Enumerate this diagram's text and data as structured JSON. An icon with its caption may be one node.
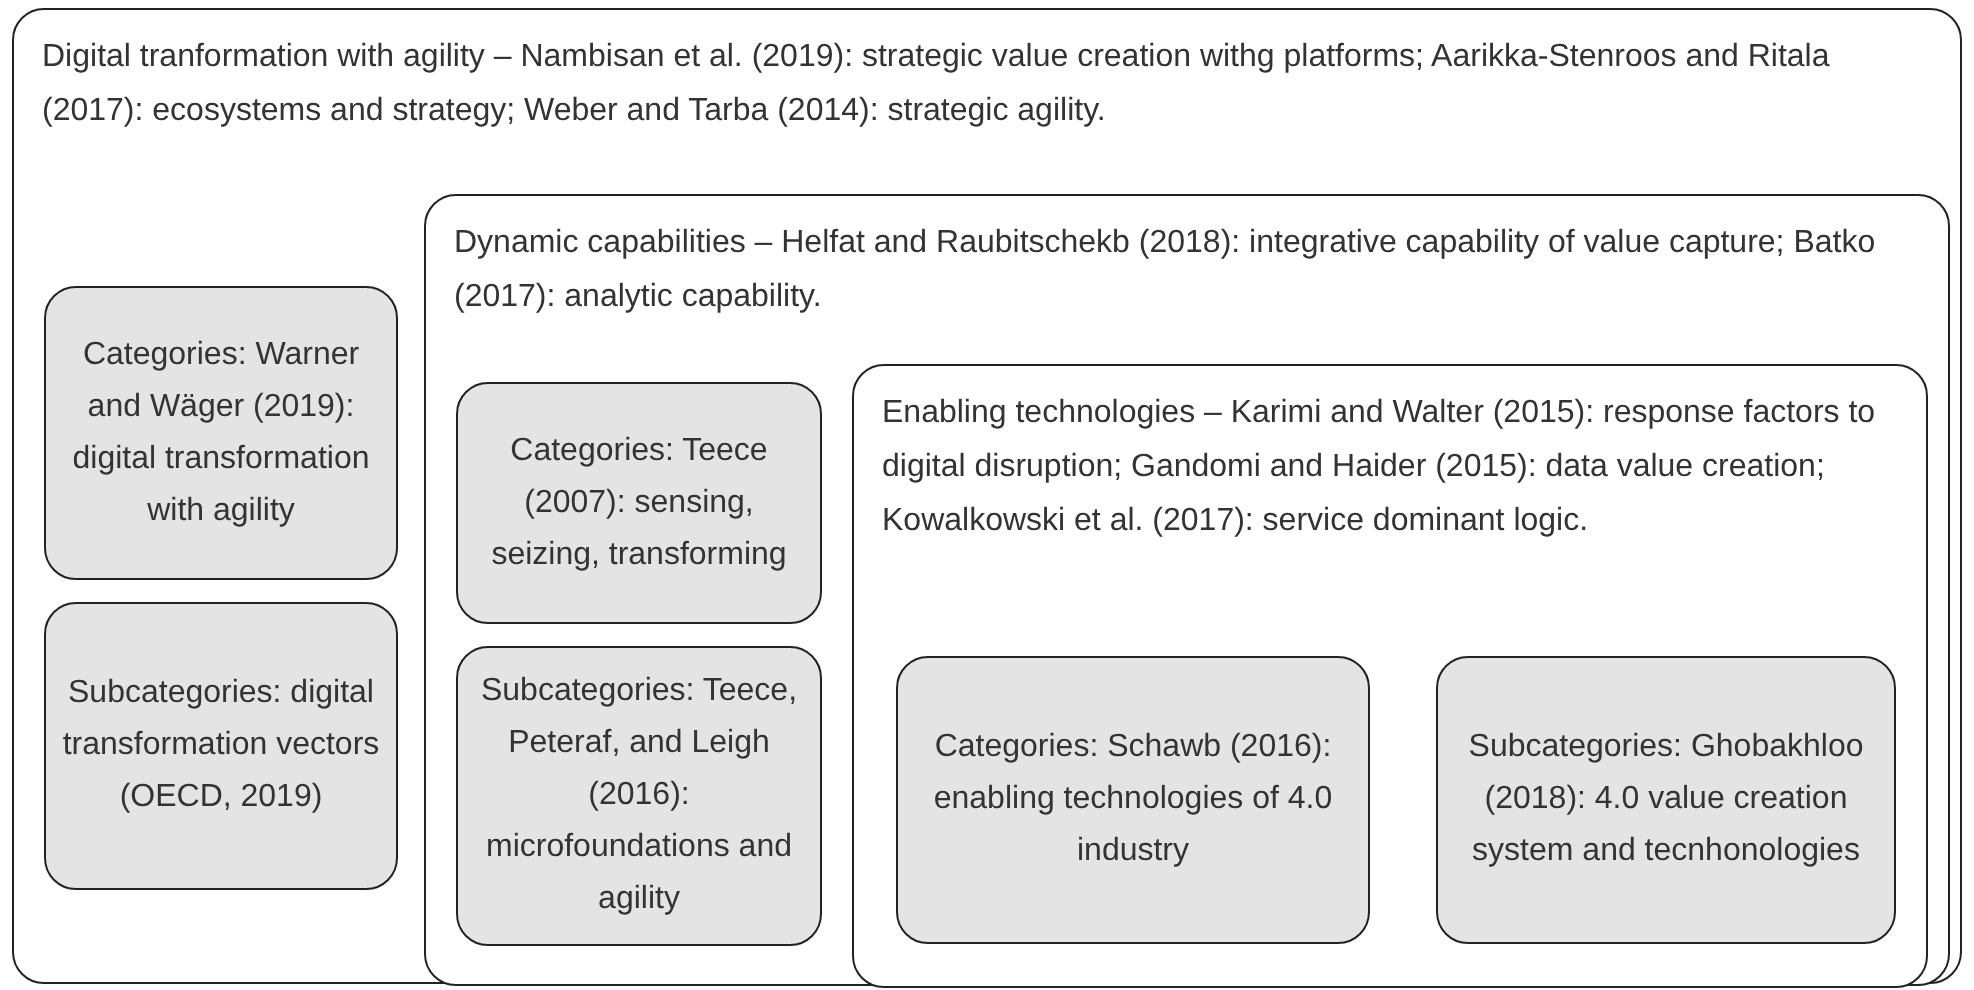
{
  "diagram": {
    "nodes": [
      {
        "text": [
          "Digital tranformation with agility – Nambisan et al. (2019): strategic value creation withg platforms; Aarikka-Stenroos and Ritala (2017): ecosystems and strategy; Weber and Tarba (2014): strategic agility."
        ]
      },
      {
        "text": [
          "Categories: Warner and Wäger (2019): digital transformation with agility"
        ],
        "in": 0
      },
      {
        "text": [
          "Subcategories: digital transformation vectors (OECD, 2019)"
        ],
        "in": 0
      },
      {
        "text": [
          "Dynamic capabilities – Helfat and Raubitschekb (2018): integrative capability of value capture; Batko (2017): analytic capability."
        ],
        "in": 0
      },
      {
        "text": [
          "Categories: Teece (2007): sensing, seizing, transforming"
        ],
        "in": 3
      },
      {
        "text": [
          "Subcategories: Teece, Peteraf, and Leigh (2016): microfoundations and agility"
        ],
        "in": 3
      },
      {
        "text": [
          "Enabling technologies – Karimi and Walter (2015): response factors to digital disruption; Gandomi and Haider (2015): data value creation; Kowalkowski et al. (2017): service dominant logic."
        ],
        "in": 3
      },
      {
        "text": [
          "Categories: Schawb (2016): enabling technologies of 4.0 industry"
        ],
        "in": 6
      },
      {
        "text": [
          "Subcategories: Ghobakhloo (2018): 4.0 value creation system and tecnhonologies"
        ],
        "in": 6
      }
    ],
    "edges": []
  }
}
